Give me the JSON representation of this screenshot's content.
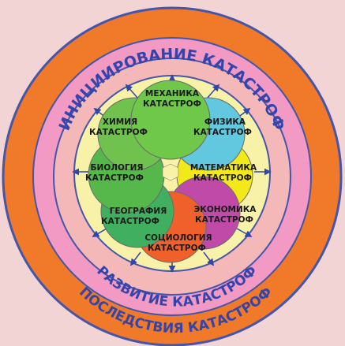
{
  "rings": {
    "initiation": "ИНИЦИИРОВАНИЕ КАТАСТРОФ",
    "development": "РАЗВИТИЕ КАТАСТРОФ",
    "consequences": "ПОСЛЕДСТВИЯ КАТАСТРОФ"
  },
  "colors": {
    "background": "#f2d4d4",
    "outer_ring": "#f07a2a",
    "ring_border": "#4455aa",
    "pink_ring": "#f29ac4",
    "salmon_ring": "#f5b8b8",
    "inner_yellow": "#f8f2a8",
    "ring_text": "#3344aa"
  },
  "circles": [
    {
      "id": "mechanics",
      "line1": "МЕХАНИКА",
      "line2": "КАТАСТРОФ",
      "color": "#6fc84a"
    },
    {
      "id": "physics",
      "line1": "ФИЗИКА",
      "line2": "КАТАСТРОФ",
      "color": "#62c8e0"
    },
    {
      "id": "math",
      "line1": "МАТЕМАТИКА",
      "line2": "КАТАСТРОФ",
      "color": "#f2e81a"
    },
    {
      "id": "economics",
      "line1": "ЭКОНОМИКА",
      "line2": "КАТАСТРОФ",
      "color": "#c04aa8"
    },
    {
      "id": "sociology",
      "line1": "СОЦИОЛОГИЯ",
      "line2": "КАТАСТРОФ",
      "color": "#f0602a"
    },
    {
      "id": "geography",
      "line1": "ГЕОГРАФИЯ",
      "line2": "КАТАСТРОФ",
      "color": "#40b060"
    },
    {
      "id": "biology",
      "line1": "БИОЛОГИЯ",
      "line2": "КАТАСТРОФ",
      "color": "#56b84a"
    },
    {
      "id": "chemistry",
      "line1": "ХИМИЯ",
      "line2": "КАТАСТРОФ",
      "color": "#70c24e"
    }
  ]
}
